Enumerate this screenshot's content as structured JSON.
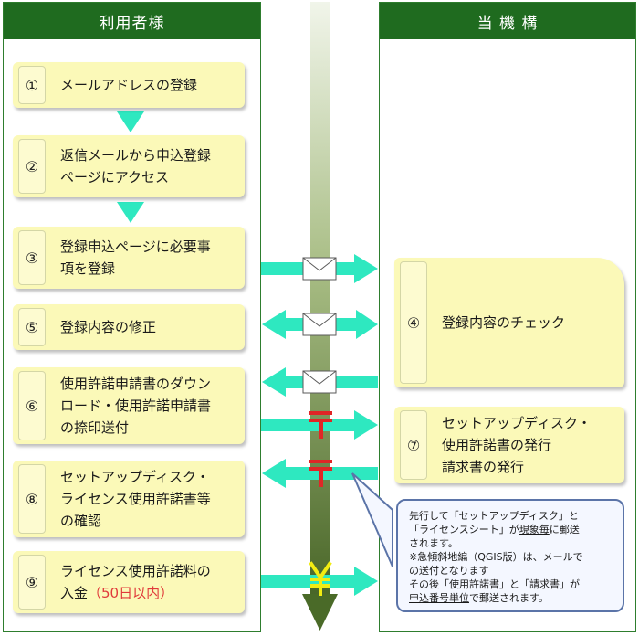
{
  "columns": {
    "user": "利用者様",
    "agency": "当 機 構"
  },
  "steps": [
    {
      "num": "①",
      "text": "メールアドレスの登録"
    },
    {
      "num": "②",
      "text": "返信メールから申込登録\nページにアクセス"
    },
    {
      "num": "③",
      "text": "登録申込ページに必要事\n項を登録"
    },
    {
      "num": "⑤",
      "text": "登録内容の修正"
    },
    {
      "num": "⑥",
      "text": "使用許諾申請書のダウン\nロード・使用許諾申請書\nの捺印送付"
    },
    {
      "num": "⑧",
      "text": "セットアップディスク・\nライセンス使用許諾書等\nの確認"
    },
    {
      "num": "⑨",
      "text": "ライセンス使用許諾料の\n入金",
      "note": "（50日以内）"
    },
    {
      "num": "④",
      "text": "登録内容のチェック"
    },
    {
      "num": "⑦",
      "text": "セットアップディスク・\n使用許諾書の発行\n請求書の発行"
    }
  ],
  "note": {
    "line1_pre": "先行して「セットアップディスク」と",
    "line2_pre": "「ライセンスシート」が",
    "line2_u": "現象毎",
    "line2_post": "に郵送",
    "line3": "されます。",
    "line4": "※急傾斜地編（QGIS版）は、メールで",
    "line5": "の送付となります",
    "line6": "その後「使用許諾書」と「請求書」が",
    "line7_u": "申込番号単位",
    "line7_post": "で郵送されます。"
  },
  "icons": [
    "mail-icon",
    "postal-mark-icon",
    "yen-icon"
  ],
  "colors": {
    "header_green": "#1f6b1f",
    "card_yellow": "#fbf9b8",
    "arrow_cyan": "#2ee8c0",
    "timeline_dark": "#4e6d2c"
  }
}
